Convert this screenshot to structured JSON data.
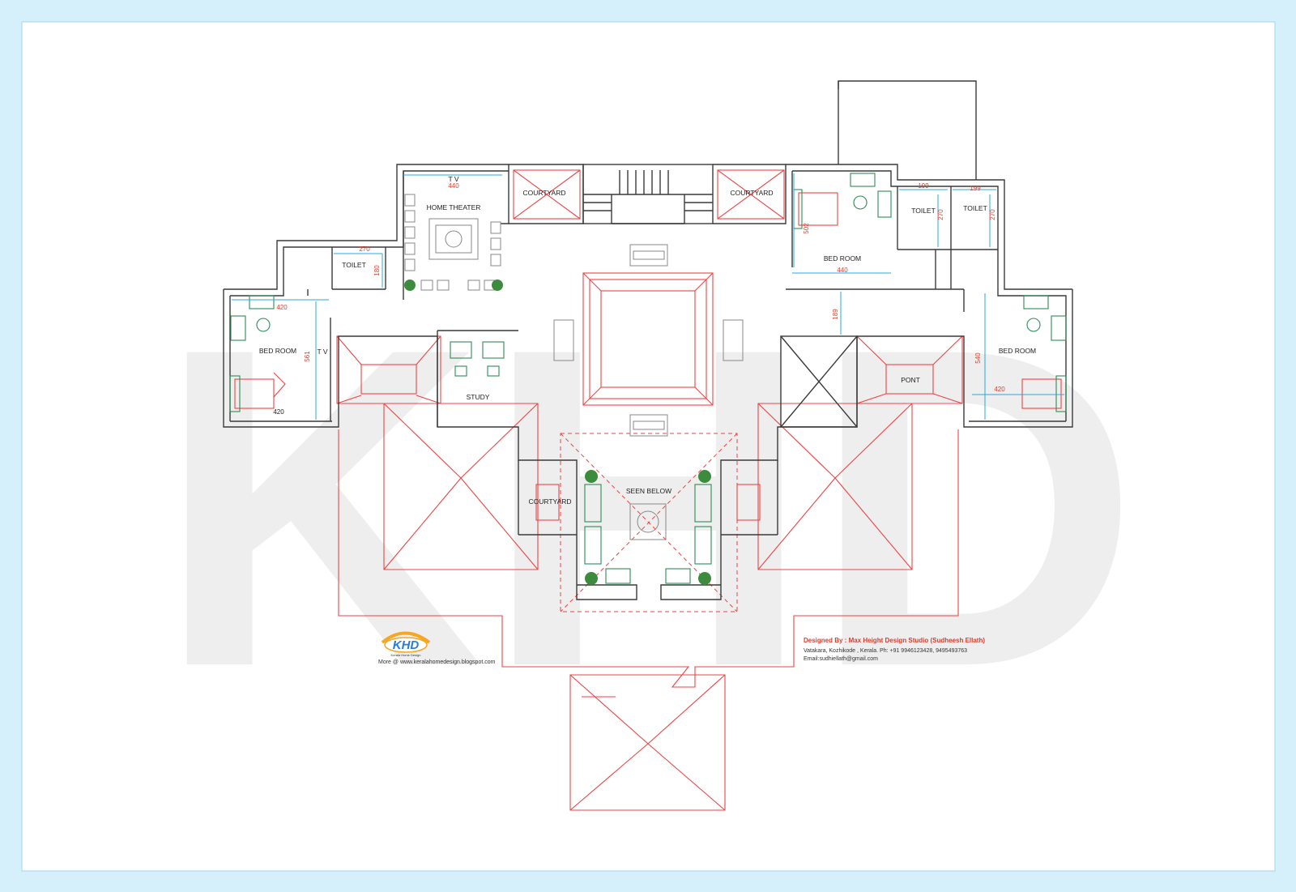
{
  "plan": {
    "rooms": {
      "home_theater": "HOME THEATER",
      "courtyard_top_left": "COURTYARD",
      "courtyard_top_right": "COURTYARD",
      "courtyard_bottom": "COURTYARD",
      "toilet_left": "TOILET",
      "toilet_right_1": "TOILET",
      "toilet_right_2": "TOILET",
      "bedroom_left": "BED ROOM",
      "bedroom_top_right": "BED ROOM",
      "bedroom_right": "BED ROOM",
      "study": "STUDY",
      "seen_below": "SEEN BELOW",
      "pont": "PONT",
      "tv_top": "T V",
      "tv_left": "T V"
    },
    "dimensions": {
      "d440_top": "440",
      "d270_toilet": "270",
      "d180_toilet": "180",
      "d420_bed_left_top": "420",
      "d561_bed_left": "561",
      "d420_bed_left_bottom": "420",
      "d199_a": "199",
      "d199_b": "199",
      "d270_a": "270",
      "d270_b": "270",
      "d502": "502",
      "d440_bed": "440",
      "d189": "189",
      "d540": "540",
      "d420_bed_right": "420"
    },
    "watermark": "KHD"
  },
  "credits": {
    "designed_by": "Designed By : Max Height Design Studio (Sudheesh Ellath)",
    "address": "Vatakara, Kozhikode , Kerala. Ph: +91 9946123428, 9495493763",
    "email": "Email:sudhiellath@gmail.com",
    "logo_text": "KHD",
    "logo_sub": "Kerala Home Design",
    "more": "More @ www.keralahomedesign.blogspot.com"
  },
  "colors": {
    "background": "#d6f0fb",
    "wall": "#3a3a3a",
    "roof": "#ee4444",
    "dimension": "#2aa8e0",
    "furniture": "#2e8b57",
    "credit_title": "#e03a2a"
  }
}
